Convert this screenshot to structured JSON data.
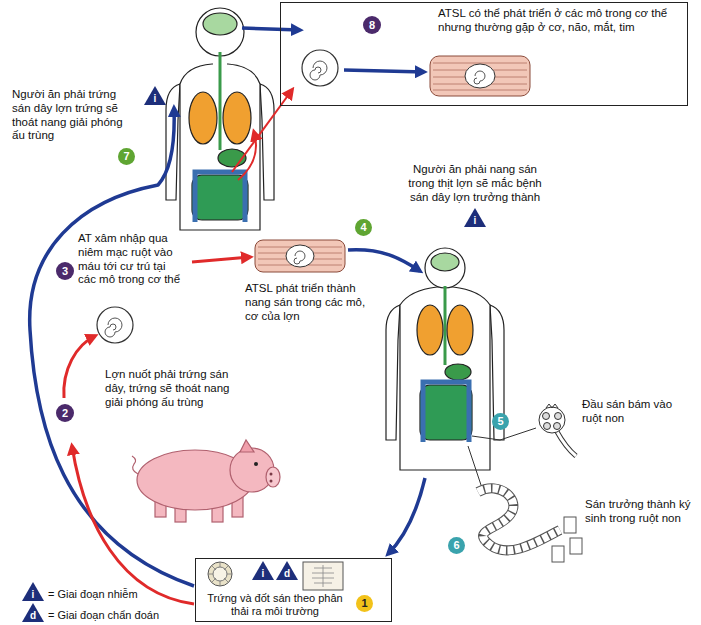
{
  "diagram": {
    "nodes": [
      {
        "text": [
          "8",
          "ATSL có thể phát triển ở các mô trong cơ thể nhưng thường gặp ở cơ, não, mắt, tim"
        ]
      },
      {
        "text": [
          "i",
          "d",
          "1",
          "Trứng và đốt sán theo phân thải ra môi trường"
        ]
      }
    ],
    "labels": [
      "Người ăn phải trứng sán dây lợn trứng sẽ thoát nang giải phóng ấu trùng",
      "i",
      "7",
      "Người ăn phải nang sán trong thịt lợn sẽ mắc bệnh sán dây lợn trưởng thành",
      "i",
      "4",
      "3",
      "AT xâm nhập qua niêm mạc ruột vào máu tới cư trú tại các mô trong cơ thể",
      "ATSL phát triển thành nang sán trong các mô, cơ của lợn",
      "5",
      "Đầu sán bám vào ruột non",
      "2",
      "Lợn nuốt phải trứng sán dây, trứng sẽ thoát nang giải phóng ấu trùng",
      "6",
      "Sán trưởng thành ký sinh trong ruột non",
      "i",
      "d"
    ],
    "legend": [
      {
        "text": "= Giai đoạn nhiễm"
      },
      {
        "text": "= Giai đoạn chẩn đoán"
      }
    ]
  }
}
